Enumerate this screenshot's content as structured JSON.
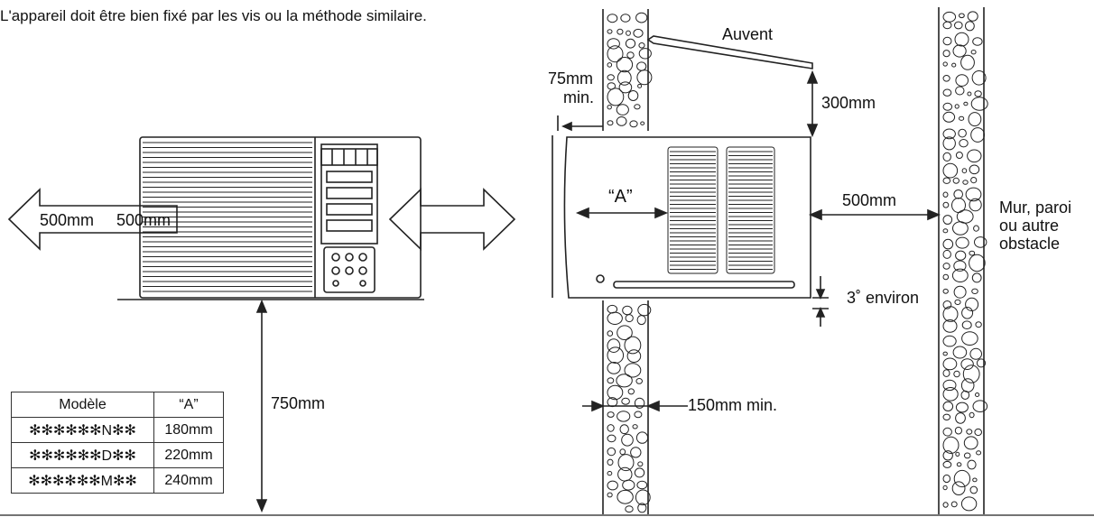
{
  "note": "L'appareil doit être bien fixé par les vis ou la méthode similaire.",
  "labels": {
    "auvent": "Auvent",
    "dist_75": "75mm",
    "dist_75_min": "min.",
    "dist_300": "300mm",
    "label_a": "“A”",
    "dist_500_right": "500mm",
    "wall_line1": "Mur, paroi",
    "wall_line2": "ou autre",
    "wall_line3": "obstacle",
    "tilt": "3˚ environ",
    "dist_150": "150mm min.",
    "dist_750": "750mm",
    "dist_500_left_a": "500mm",
    "dist_500_left_b": "500mm"
  },
  "table": {
    "header": [
      "Modèle",
      "“A”"
    ],
    "rows": [
      [
        "✻✻✻✻✻✻N✻✻",
        "180mm"
      ],
      [
        "✻✻✻✻✻✻D✻✻",
        "220mm"
      ],
      [
        "✻✻✻✻✻✻M✻✻",
        "240mm"
      ]
    ]
  }
}
